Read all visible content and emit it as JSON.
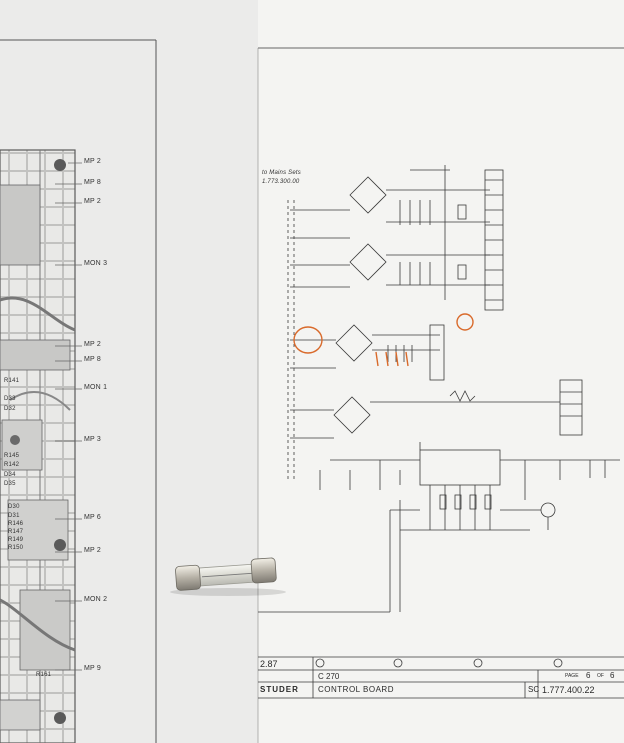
{
  "pcb_labels": [
    "MP 2",
    "MP 8",
    "MP 2",
    "MON 3",
    "MP 2",
    "MP 8",
    "MON 1",
    "MP 3",
    "MP 6",
    "MP 2",
    "MON 2",
    "MP 9"
  ],
  "pcb_component_labels": [
    "R141",
    "D33",
    "D32",
    "R145",
    "R142",
    "D34",
    "D35",
    "D30",
    "D31",
    "R146",
    "R147",
    "R149",
    "R150",
    "R161"
  ],
  "schematic_notes": {
    "mains_note": "to Mains Sets",
    "mains_ref": "1.773.300.00"
  },
  "title_block": {
    "rev_date": "2.87",
    "model": "C 270",
    "brand": "STUDER",
    "title": "CONTROL BOARD",
    "sc": "SC",
    "page_label": "PAGE",
    "page_num": "6",
    "of_label": "OF",
    "page_total": "6",
    "drawing_number": "1.777.400.22"
  },
  "colors": {
    "paper": "#f4f4f2",
    "background": "#e2e2df",
    "ink": "#3a3a3a",
    "annotation": "#d96a2b"
  }
}
